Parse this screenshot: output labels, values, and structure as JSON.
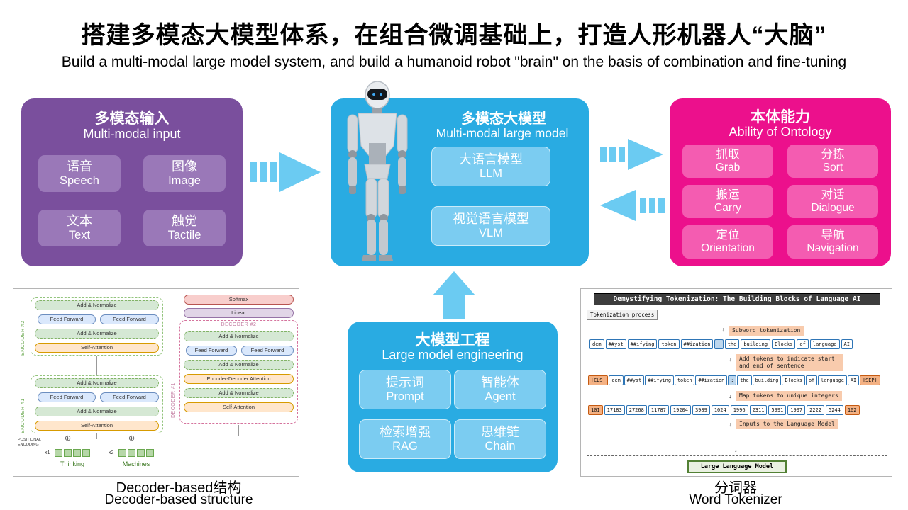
{
  "header": {
    "title": "搭建多模态大模型体系，在组合微调基础上，打造人形机器人“大脑”",
    "subtitle": "Build a multi-modal large model system, and build a humanoid robot \"brain\" on the basis of combination and fine-tuning"
  },
  "colors": {
    "purple": "#7a4f9d",
    "blue": "#29abe2",
    "pink": "#ec008c",
    "arrow_blue": "#6bcbf2"
  },
  "input_panel": {
    "title_cn": "多模态输入",
    "title_en": "Multi-modal input",
    "items": [
      {
        "cn": "语音",
        "en": "Speech"
      },
      {
        "cn": "图像",
        "en": "Image"
      },
      {
        "cn": "文本",
        "en": "Text"
      },
      {
        "cn": "触觉",
        "en": "Tactile"
      }
    ]
  },
  "model_panel": {
    "title_cn": "多模态大模型",
    "title_en": "Multi-modal large model",
    "items": [
      {
        "cn": "大语言模型",
        "en": "LLM"
      },
      {
        "cn": "视觉语言模型",
        "en": "VLM"
      }
    ]
  },
  "ability_panel": {
    "title_cn": "本体能力",
    "title_en": "Ability of Ontology",
    "items": [
      {
        "cn": "抓取",
        "en": "Grab"
      },
      {
        "cn": "分拣",
        "en": "Sort"
      },
      {
        "cn": "搬运",
        "en": "Carry"
      },
      {
        "cn": "对话",
        "en": "Dialogue"
      },
      {
        "cn": "定位",
        "en": "Orientation"
      },
      {
        "cn": "导航",
        "en": "Navigation"
      }
    ]
  },
  "engineering_panel": {
    "title_cn": "大模型工程",
    "title_en": "Large model engineering",
    "items": [
      {
        "cn": "提示词",
        "en": "Prompt"
      },
      {
        "cn": "智能体",
        "en": "Agent"
      },
      {
        "cn": "检索增强",
        "en": "RAG"
      },
      {
        "cn": "思维链",
        "en": "Chain"
      }
    ]
  },
  "decoder_diagram": {
    "caption_cn": "Decoder-based结构",
    "caption_en": "Decoder-based structure",
    "encoder2": "ENCODER #2",
    "encoder1": "ENCODER #1",
    "decoder2": "DECODER #2",
    "decoder1": "DECODER #1",
    "softmax": "Softmax",
    "linear": "Linear",
    "add_normalize": "Add & Normalize",
    "feed_forward": "Feed Forward",
    "self_attention": "Self-Attention",
    "encoder_decoder_attention": "Encoder-Decoder Attention",
    "positional_encoding": "POSITIONAL ENCODING",
    "x1": "x1",
    "x2": "x2",
    "word1": "Thinking",
    "word2": "Machines",
    "oplus": "⊕"
  },
  "tokenizer_diagram": {
    "caption_cn": "分词器",
    "caption_en": "Word Tokenizer",
    "title": "Demystifying Tokenization: The Building Blocks of Language AI",
    "process_label": "Tokenization process",
    "steps": {
      "subword": "Subword tokenization",
      "add_tokens": "Add tokens to indicate start and end of sentence",
      "map_tokens": "Map tokens to unique integers",
      "inputs": "Inputs to the Language Model"
    },
    "tokens1": [
      "dem",
      "##yst",
      "##ifying",
      "token",
      "##ization",
      ":",
      "the",
      "building",
      "Blocks",
      "of",
      "language",
      "AI"
    ],
    "tokens2": [
      "[CLS]",
      "dem",
      "##yst",
      "##ifying",
      "token",
      "##ization",
      ":",
      "the",
      "building",
      "Blocks",
      "of",
      "language",
      "AI",
      "[SEP]"
    ],
    "token_ids": [
      "101",
      "17183",
      "27268",
      "11787",
      "19204",
      "3989",
      "1024",
      "1996",
      "2311",
      "5991",
      "1997",
      "2222",
      "5244",
      "102"
    ],
    "llm_label": "Large Language Model",
    "arrow_down": "↓"
  }
}
